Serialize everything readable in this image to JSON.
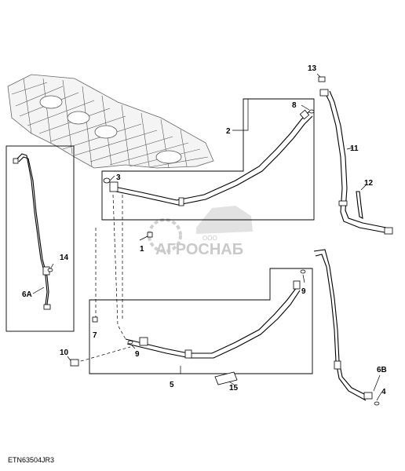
{
  "drawing_code": "ETN63504JR3",
  "watermark": {
    "company": "АГРОСНАБ",
    "prefix": "ООО"
  },
  "callouts": {
    "c1": "1",
    "c2": "2",
    "c3": "3",
    "c4": "4",
    "c5": "5",
    "c6a": "6A",
    "c6b": "6B",
    "c7": "7",
    "c8": "8",
    "c9a": "9",
    "c9b": "9",
    "c10": "10",
    "c11": "11",
    "c12": "12",
    "c13": "13",
    "c14": "14",
    "c15": "15"
  }
}
